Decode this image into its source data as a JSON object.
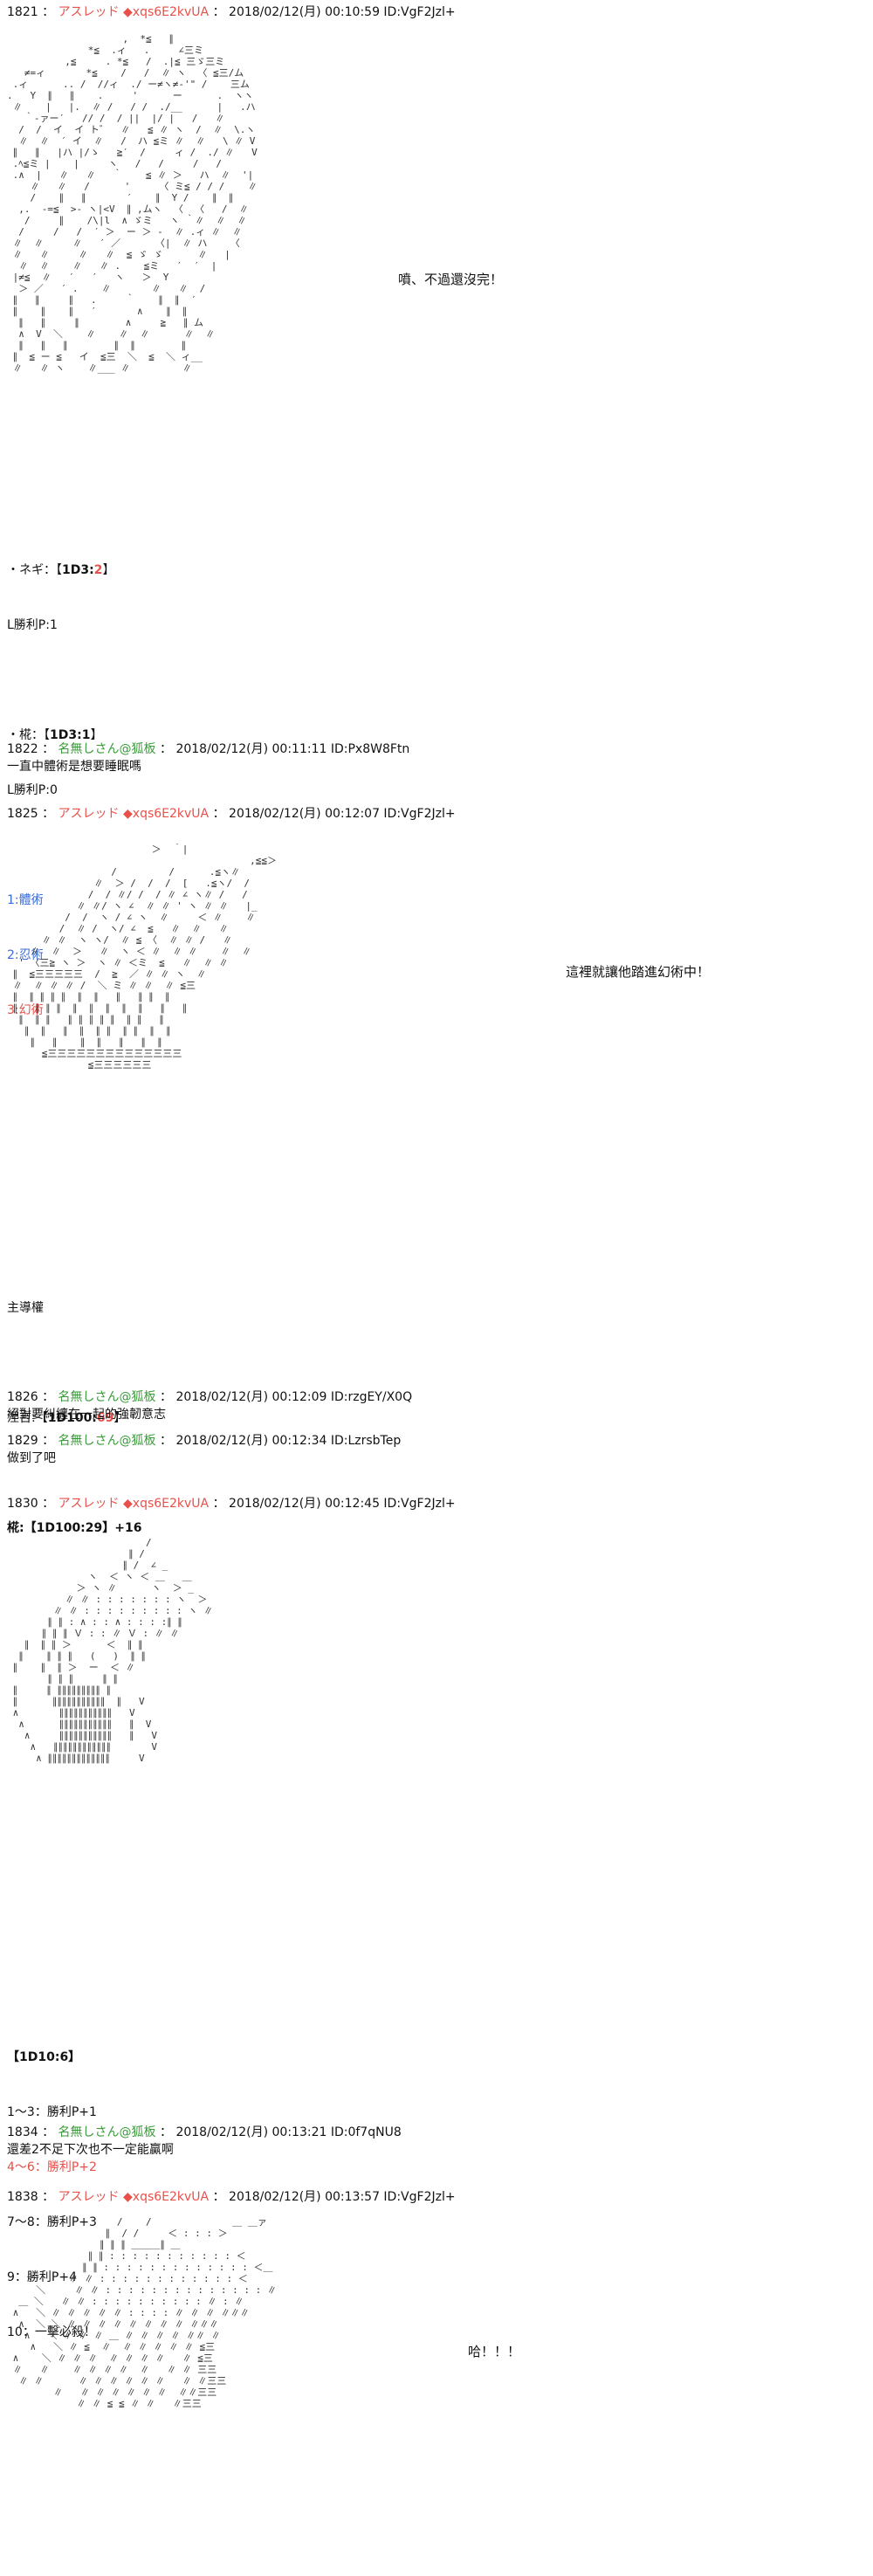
{
  "posts": [
    {
      "num": "1821",
      "name": "アスレッド",
      "trip": "xqs6E2kvUA",
      "meta": "2018/02/12(月) 00:10:59 ID:VgF2Jzl+",
      "speech": "噴、不過還沒完！",
      "lines": [
        {
          "pre": "・ネギ：【",
          "dice": "1D3:",
          "val": "2",
          "post": "】"
        },
        {
          "pre": "L勝利P:1"
        },
        {
          "pre": ""
        },
        {
          "pre": "・椛：【",
          "dice": "1D3:1",
          "post": "】"
        },
        {
          "pre": "L勝利P:0"
        },
        {
          "pre": ""
        }
      ],
      "options": [
        "1:體術",
        "2:忍術",
        "3:幻術"
      ]
    },
    {
      "num": "1822",
      "name": "名無しさん@狐板",
      "meta": "2018/02/12(月) 00:11:11 ID:Px8W8Ftn",
      "text": "一直中體術是想要睡眠嗎"
    },
    {
      "num": "1825",
      "name": "アスレッド",
      "trip": "xqs6E2kvUA",
      "meta": "2018/02/12(月) 00:12:07 ID:VgF2Jzl+",
      "speech": "這裡就讓他踏進幻術中！",
      "line1": "主導權",
      "line2_pre": "涅吉:【",
      "line2_dice": "1D100:",
      "line2_val": "69",
      "line2_post": "】",
      "line3": "椛:【1D100:29】+16"
    },
    {
      "num": "1826",
      "name": "名無しさん@狐板",
      "meta": "2018/02/12(月) 00:12:09 ID:rzgEY/X0Q",
      "text": "絕對要糾纏在一起的強韌意志"
    },
    {
      "num": "1829",
      "name": "名無しさん@狐板",
      "meta": "2018/02/12(月) 00:12:34 ID:LzrsbTep",
      "text": "做到了吧"
    },
    {
      "num": "1830",
      "name": "アスレッド",
      "trip": "xqs6E2kvUA",
      "meta": "2018/02/12(月) 00:12:45 ID:VgF2Jzl+",
      "dice": "【1D10:6】",
      "results": [
        {
          "t": "1〜3：勝利P+1",
          "red": false
        },
        {
          "t": "4〜6：勝利P+2",
          "red": true
        },
        {
          "t": "7〜8：勝利P+3",
          "red": false
        },
        {
          "t": "9：勝利P+4",
          "red": false
        },
        {
          "t": "10：一擊必殺！",
          "red": false
        }
      ]
    },
    {
      "num": "1834",
      "name": "名無しさん@狐板",
      "meta": "2018/02/12(月) 00:13:21 ID:0f7qNU8",
      "text": "還差2不足下次也不一定能贏啊"
    },
    {
      "num": "1838",
      "name": "アスレッド",
      "trip": "xqs6E2kvUA",
      "meta": "2018/02/12(月) 00:13:57 ID:VgF2Jzl+",
      "speech": "哈！！！"
    }
  ],
  "aa": {
    "a1": "                    ,  *≦   ∥\n              *≦  .ィ   .     ∠三ミ\n          ,≦     . *≦   /  .|≦ 三ゞ三ミ\n   ≠=ィ       *≦    /   /  ∥ ヽ  〈 ≦三/ム\n .ィ      .. /  //ィ  ./ ー≠ヽ≠‐'\" /    三ム\n.   Y  ∥   ∥    .     '      ー      .  ヽヽ\n ∥    |   |.  ∥ /   / /  ./__      |   .ハ\n   ｀‐ァー′   // /  / ||  |/ |   /   ∥\n  /  /  イ  イ ト゛  ∥   ≦ ∥ ヽ  /  ∥  \\.ヽ\n  ∥  ∥  ′ イ  ∥   /  ハ ≦ミ ∥  ∥   \\ ∥ V\n ∥   ∥   |ハ |/ゝ   ≧′  /     ィ /  ./ ∥   V\n .ﾍ≦ミ |    |     ヽ   /   /     /   /\n .∧  |   ∥   ∥   ｀    ≦ ∥ ＞   ハ  ∥  '|\n    ∥   ∥   /      '     〈 ミ≦ / / /    ∥ \n    /    ∥   ∥       ′    ∥  Y /    ∥  ∥\n  ,.  -=≦  >- ヽ|<V  ∥ ,ムヽ  〈  〈   /  ∥\n   /     ∥    /\\|l  ∧ ゞミ   ヽ ｀∥  ∥  ∥\n  /     /   /  ′ ＞  ー ＞ -  ∥ .ィ ∥  ∥\n ∥  ∥     ∥   ′ ／      〈|  ∥ ハ    〈\n ∥   ∥     ∥   ∥  ≦ ゞ ゞ      ∥   |\n  ∥  ∥    ∥   ∥ .    ≦ミ   ′  ′  |\n |≠≦  ∥   ′   ′   ヽ   ＞  Y \n  ＞ ／   ′ .    ∥       ∥   ∥  /\n ∥   ∥     ∥   .     ｀    ∥  ∥  ′\n ∥    ∥    ∥   ′       ∧    ∥  ∥\n  ∥   ∥     ∥        ∧     ≧   ∥ ム\n  ∧  V  ＼    ∥    ∥  ∥      ∥  ∥\n  ∥   ∥   ∥        ∥  ∥        ∥\n ∥  ≦ ー ≦   イ  ≦三  ＼  ≦  ＼ ィ__\n ∥   ∥ ヽ    ∥___ ∥         ∥",
    "a2": "                         ＞  ｀|\n                                          ,≦≦＞\n                  /         /      .≦ヽ∥\n               ∥  ＞ /  /  /  [   .≦ヽ/  /\n              /  / ∥/ /  / ∥ ∠ ヽ∥ /   /\n            ∥ ∥/ ヽ ∠  ∥ ∥ ' ヽ ∥ ∥   |_\n          /  /  ヽ / ∠ ヽ  ∥     ＜ ∥    ∥\n         /  ∥ /  ヽ/ ∠  ≦   ∥  ∥   ∥\n      ∥ ∥  ヽ ヽ/  ∥ ≦ 〈  ∥ ∥ /   ∥\n    ∥  ∥  ＞   ∥  ヽ ＜ ∥  ∥ ∥    ∥  ∥\n  ' 〈三≧ ヽ ＞  ヽ ∥ ＜ミ  ≦   ∥  ∥ ∥\n ∥  ≦三三三三三  /  ≧  ／ ∥ ∥ ヽ  ∥  \n ∥  ∥ ∥ ∥ /  ＼ ミ ∥ ∥  ∥ ≦三 \n ∥  ∥ ∥ ∥ ∥  ∥  ∥   ∥   ∥ ∥  ∥\n ∥   ∥ ∥ ∥  ∥  ∥  ∥  ∥  ∥   ∥   ∥\n  ∥  ∥ ∥   ∥ ∥ ∥ ∥ ∥  ∥ ∥   ∥\n   ∥  ∥   ∥  ∥  ∥ ∥  ∥ ∥  ∥  ∥\n    ∥   ∥    ∥  ∥   ∥   ∥  ∥\n      ≦三三三三三三三三三三三三三三\n              ≦三三三三三三",
    "a3": "                        /\n                     ∥ /\n                    ∥ /  ∠ _\n              ヽ  ＜ ヽ ＜ ＿   ＿\n            ＞ ヽ ∥      ヽ  ＞ _\n          ∥ ∥ : : : : : : : ヽ  ＞\n        ∥ ∥ : : : : : : : : : ヽ ∥\n       ∥ ∥ : ∧ : : ∧ : : : :∥ ∥\n      ∥ ∥ ∥ Ｖ : : ∥ Ｖ : ∥ ∥ \n   ∥  ∥ ∥ ＞      ＜  ∥ ∥ \n  ∥    ∥ ∥ ∥   (   )  ∥ ∥   \n ∥    ∥  ∥ ＞  ー  ＜ ∥\n       ∥ ∥ ∥     ∥ ∥ \n ∥     ∥ ∥∥∥∥∥∥∥∥∥ ∥\n ∥      ∥∥∥∥∥∥∥∥∥∥∥  ∥   V\n ∧       ∥∥∥∥∥∥∥∥∥∥∥   V\n  ∧      ∥∥∥∥∥∥∥∥∥∥∥   ∥  V\n   ∧     ∥∥∥∥∥∥∥∥∥∥∥   ∥   V\n    ∧   ∥∥∥∥∥∥∥∥∥∥∥∥       V\n     ∧ ∥∥∥∥∥∥∥∥∥∥∥∥∥     V",
    "a4": "                   /    /              ＿ ＿ァ\n                 ∥  / /     ＜ : : : ＞\n                ∥ ∥ ∥ ＿＿＿∥ ＿\n              ∥ ∥ : : : : : : : : : : : ＜\n             ∥ ∥ : : : : : : : : : : : : : ＜＿\n   ヽ      ∥ ∥ : : : : : : : : : : : : ＜\n     ＼     ∥ ∥ : : : : : : : : : : : : : : ∥\n  ＿ ＼   ∥ ∥ : : : : : : : : : : ∥ : ∥\n ∧   ＼ ∥ ∥ ∥ ∥ ∥ : : : : ∥ ∥ ∥ ∥∥∥\n  ∧  ＼ ＼ ∥ ∥ ∥ ∥ ∥ ∥ ∥ ∥ ∥∥∥\n   ∧   ＼ ∥ ∥ ∥ ＿ ∥ ∥ ∥ ∥ ∥∥ ∥\n    ∧   ＼ ∥ ≦  ∥  ∥ ∥ ∥ ∥ ∥ ≦三\n ∧    ＼ ∥ ∥ ∥  ∥ ∥ ∥ ∥   ∥ ≦三\n ∥   ∥    ∥ ∥ ∥ ∥  ∥   ∥ ∥ 三三\n  ∥ ∥      ∥ ∥ ∥ ∥ ∥ ∥   ∥ ∥三三\n        ∥   ∥ ∥ ∥ ∥ ∥ ∥  ∥∥三三\n            ∥ ∥ ≦ ≦ ∥ ∥   ∥三三"
  }
}
